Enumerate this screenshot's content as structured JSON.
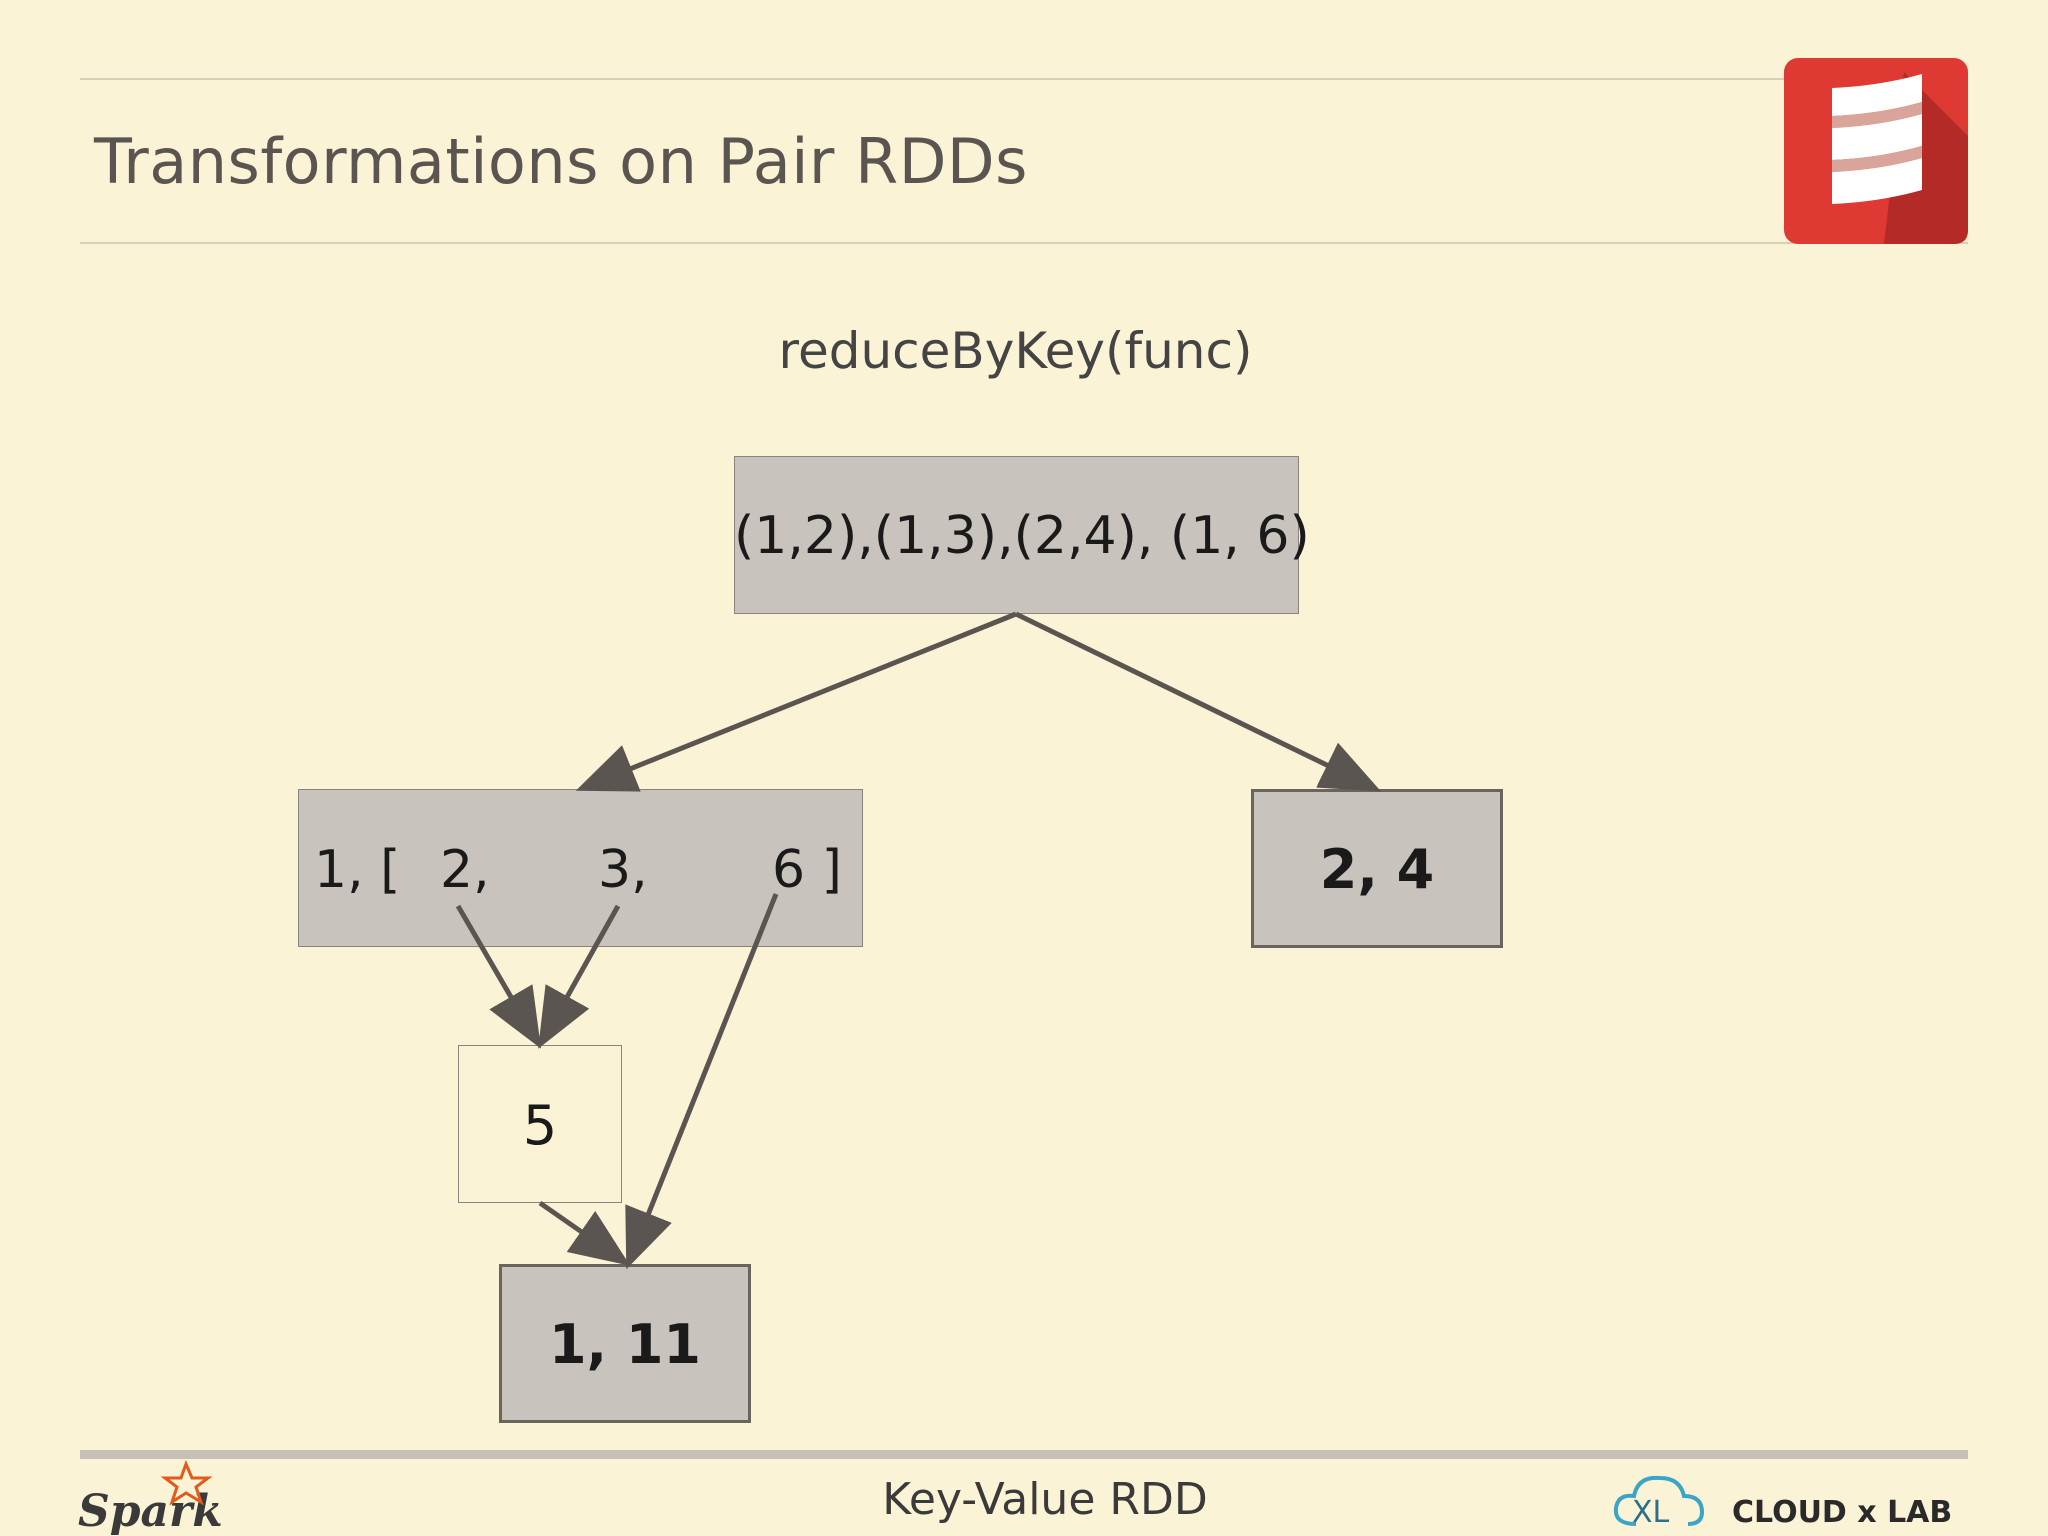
{
  "slide": {
    "title": "Transformations on Pair RDDs",
    "subtitle": "reduceByKey(func)",
    "footer": "Key-Value RDD"
  },
  "diagram": {
    "input": "(1,2),(1,3),(2,4), (1, 6)",
    "group": {
      "key": "1, [",
      "v1": "2,",
      "v2": "3,",
      "v3": "6 ]"
    },
    "partial": "5",
    "result_left": "1, 11",
    "result_right": "2, 4"
  },
  "logos": {
    "left": "Spark",
    "right": "CLOUD x LAB",
    "right_mark": "XL"
  },
  "colors": {
    "background": "#fbf3d5",
    "box_fill": "#c9c3bd",
    "arrow": "#5a5550",
    "scala_red": "#de3a33"
  }
}
